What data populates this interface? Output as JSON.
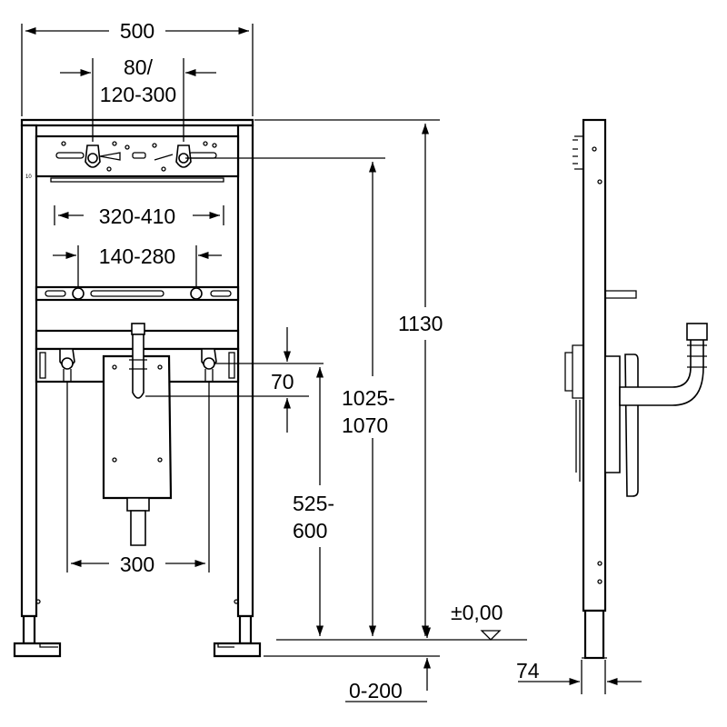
{
  "labels": {
    "width_total": "500",
    "tap_spacing_1": "80/",
    "tap_spacing_2": "120-300",
    "bracket_spacing_1": "320-410",
    "bracket_spacing_2": "140-280",
    "height_total": "1130",
    "height_mount_1": "1025-",
    "height_mount_2": "1070",
    "height_waste_1": "525-",
    "height_waste_2": "600",
    "waste_offset": "70",
    "supply_spacing": "300",
    "floor_level": "±0,00",
    "foot_adjust": "0-200",
    "depth": "74"
  },
  "colors": {
    "line": "#000000",
    "background": "#ffffff"
  }
}
